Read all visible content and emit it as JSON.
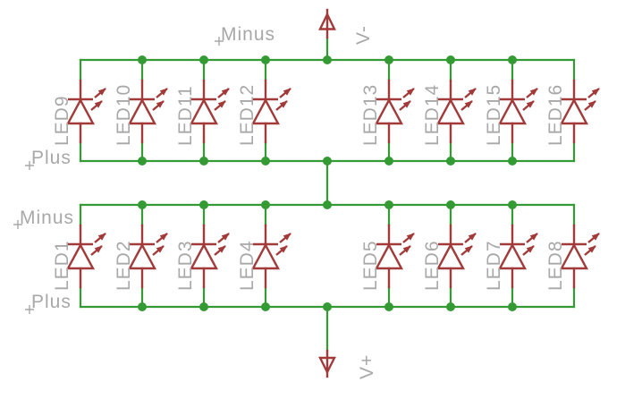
{
  "schematic": {
    "description": "LED array schematic, two parallel banks of 8 LEDs between Minus and Plus rails",
    "colors": {
      "background": "#ffffff",
      "net_wire": "#349A34",
      "component_symbol": "#A33A3A",
      "label_text": "#A8A8A8"
    },
    "power": {
      "negative": "V-",
      "positive": "V+"
    },
    "nets": {
      "top_row_minus": "Minus",
      "top_row_plus": "Plus",
      "bottom_row_minus": "Minus",
      "bottom_row_plus": "Plus"
    },
    "leds": {
      "top_row": [
        "LED9",
        "LED10",
        "LED11",
        "LED12",
        "LED13",
        "LED14",
        "LED15",
        "LED16"
      ],
      "bottom_row": [
        "LED1",
        "LED2",
        "LED3",
        "LED4",
        "LED5",
        "LED6",
        "LED7",
        "LED8"
      ]
    }
  }
}
